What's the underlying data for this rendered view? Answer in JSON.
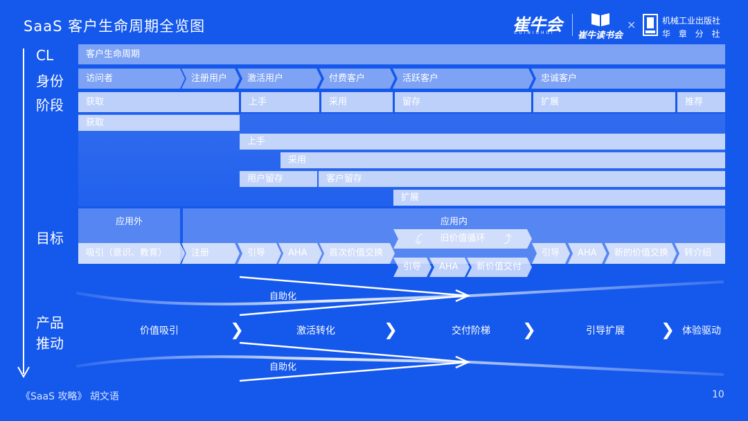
{
  "title": "SaaS 客户生命周期全览图",
  "logos": {
    "brand1": "崔牛会",
    "brand1_sub": "CUINIUHUI",
    "brand2": "崔牛读书会",
    "times": "×",
    "publisher": "机械工业出版社",
    "publisher_sub": "华 章 分 社"
  },
  "rows": {
    "cl": "CL",
    "identity": "身份",
    "stage": "阶段",
    "goal": "目标",
    "product_1": "产品",
    "product_2": "推动"
  },
  "cl_bar": "客户生命周期",
  "identity": [
    "访问者",
    "注册用户",
    "激活用户",
    "付费客户",
    "活跃客户",
    "忠诚客户"
  ],
  "stages": [
    "获取",
    "上手",
    "采用",
    "留存",
    "扩展",
    "推荐"
  ],
  "detail": {
    "acquire": "获取",
    "onboard": "上手",
    "adopt": "采用",
    "user_retain": "用户留存",
    "customer_retain": "客户留存",
    "expand": "扩展"
  },
  "goal": {
    "outside": "应用外",
    "inside": "应用内",
    "old_loop": "旧价值循环",
    "items": [
      "吸引（意识、教育）",
      "注册",
      "引导",
      "AHA",
      "首次价值交换"
    ],
    "loop_items": [
      "引导",
      "AHA",
      "新价值交付"
    ],
    "right_items": [
      "引导",
      "AHA",
      "新的价值交换",
      "转介绍"
    ]
  },
  "product": {
    "automation": "自助化",
    "steps": [
      "价值吸引",
      "激活转化",
      "交付阶梯",
      "引导扩展",
      "体验驱动"
    ],
    "chevron": "❯"
  },
  "footer": {
    "source": "《SaaS 攻略》 胡文语",
    "page": "10"
  }
}
